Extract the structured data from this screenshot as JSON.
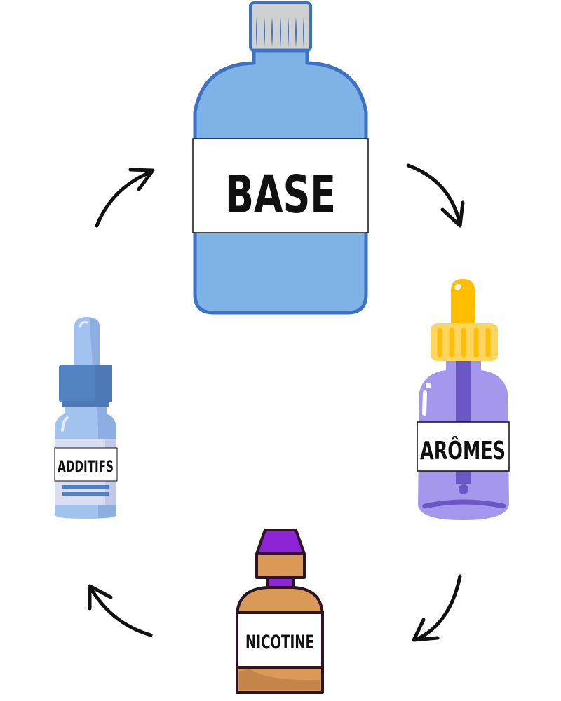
{
  "diagram": {
    "type": "cycle",
    "flow": "clockwise",
    "nodes": [
      {
        "id": "base",
        "label": "BASE",
        "icon": "large-bottle-icon",
        "position": "top"
      },
      {
        "id": "aromes",
        "label": "ARÔMES",
        "icon": "dropper-bottle-icon",
        "position": "right"
      },
      {
        "id": "nicotine",
        "label": "NICOTINE",
        "icon": "small-bottle-icon",
        "position": "bottom"
      },
      {
        "id": "additifs",
        "label": "ADDITIFS",
        "icon": "vial-bottle-icon",
        "position": "left"
      }
    ],
    "edges": [
      {
        "from": "base",
        "to": "aromes"
      },
      {
        "from": "aromes",
        "to": "nicotine"
      },
      {
        "from": "nicotine",
        "to": "additifs"
      },
      {
        "from": "additifs",
        "to": "base"
      }
    ]
  },
  "colors": {
    "base_body": "#7fb2e5",
    "base_outline": "#3d72c2",
    "base_cap": "#cfd1d0",
    "aromes_body": "#a598ec",
    "aromes_dark": "#6b56c6",
    "aromes_cap": "#ffd561",
    "aromes_cap_dark": "#ffbf00",
    "nicotine_body": "#d99a58",
    "nicotine_shade": "#c4854a",
    "nicotine_cap": "#8d24d6",
    "nicotine_outline": "#2e1425",
    "additifs_body": "#a2c2ef",
    "additifs_shade": "#8daee0",
    "additifs_cap": "#5382c0",
    "additifs_band": "#dadcf0",
    "arrow": "#111111",
    "label_bg": "#ffffff"
  }
}
